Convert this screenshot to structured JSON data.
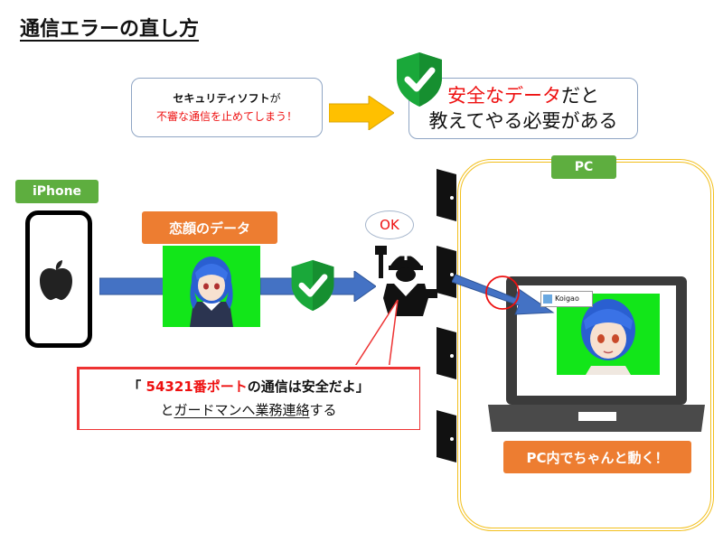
{
  "title": "通信エラーの直し方",
  "security_box": {
    "line1_bold": "セキュリティソフト",
    "line1_suffix": "が",
    "line2": "不審な通信を止めてしまう！"
  },
  "safe_box": {
    "line1_red": "安全なデータ",
    "line1_black": "だと",
    "line2": "教えてやる必要がある"
  },
  "iphone_label": "iPhone",
  "pc_label": "PC",
  "data_label": "恋顔のデータ",
  "ok_bubble": "OK",
  "callout": {
    "open": "「 ",
    "red_part": "54321番ポート",
    "rest": "の通信は安全だよ」",
    "line2_to": "と",
    "line2_underlined": "ガードマンへ業務連絡",
    "line2_end": "する"
  },
  "koigao_tag": "Koigao",
  "pc_move_label": "PC内でちゃんと動く！",
  "icons": [
    "apple-icon",
    "shield-check-icon",
    "guard-icon",
    "door-icon",
    "laptop-icon",
    "arrow-icon"
  ],
  "colors": {
    "green_label": "#5eae3f",
    "orange_label": "#ed7d31",
    "shield_green": "#1aa83a",
    "arrow_blue": "#4472c4",
    "arrow_yellow": "#ffc000",
    "frame_yellow": "#f2bf1c",
    "red_text": "#e11111",
    "chroma_green": "#12e619"
  }
}
